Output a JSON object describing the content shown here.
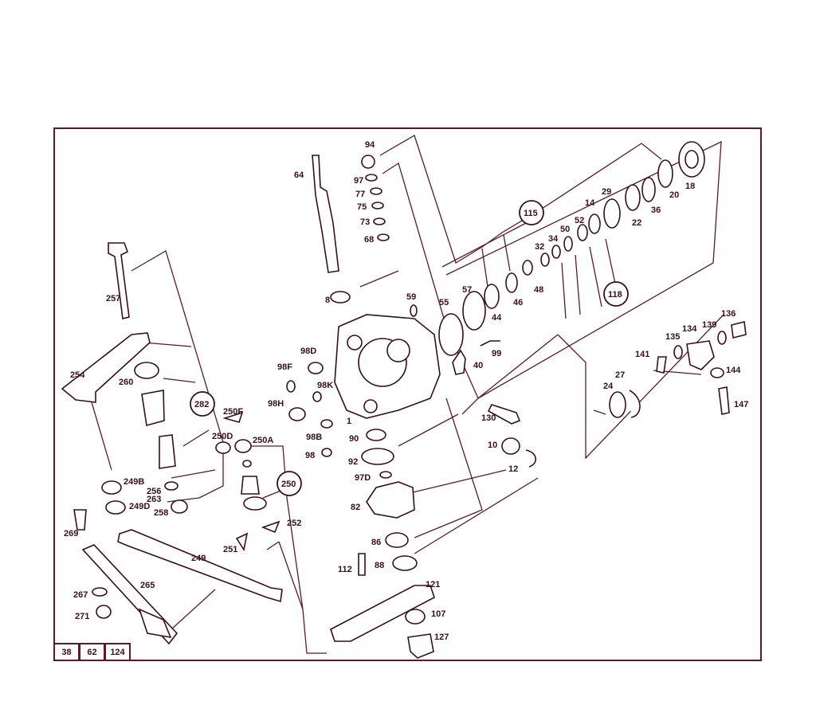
{
  "colors": {
    "line": "#5a1a2a",
    "text": "#3a0d1a",
    "background": "#ffffff"
  },
  "references": [
    "38",
    "62",
    "124"
  ],
  "callouts": {
    "c94": "94",
    "c97": "97",
    "c77": "77",
    "c75": "75",
    "c73": "73",
    "c68": "68",
    "c64": "64",
    "c8": "8",
    "c59": "59",
    "c55": "55",
    "c57": "57",
    "c44": "44",
    "c46": "46",
    "c48": "48",
    "c32": "32",
    "c34": "34",
    "c50": "50",
    "c52": "52",
    "c14": "14",
    "c29": "29",
    "c22": "22",
    "c36": "36",
    "c20": "20",
    "c18": "18",
    "c115": "115",
    "c118": "118",
    "c99": "99",
    "c40": "40",
    "c98D": "98D",
    "c98F": "98F",
    "c98K": "98K",
    "c98H": "98H",
    "c98B": "98B",
    "c98": "98",
    "c1": "1",
    "c90": "90",
    "c92": "92",
    "c97D": "97D",
    "c82": "82",
    "c86": "86",
    "c88": "88",
    "c112": "112",
    "c121": "121",
    "c107": "107",
    "c127": "127",
    "c130": "130",
    "c10": "10",
    "c12": "12",
    "c141": "141",
    "c135": "135",
    "c134": "134",
    "c139": "139",
    "c136": "136",
    "c144": "144",
    "c147": "147",
    "c24": "24",
    "c27": "27",
    "c257": "257",
    "c254": "254",
    "c260": "260",
    "c282": "282",
    "c250F": "250F",
    "c250D": "250D",
    "c250A": "250A",
    "c250": "250",
    "c249B": "249B",
    "c256": "256",
    "c263": "263",
    "c249D": "249D",
    "c258": "258",
    "c269": "269",
    "c252": "252",
    "c251": "251",
    "c249": "249",
    "c265": "265",
    "c267": "267",
    "c271": "271"
  }
}
